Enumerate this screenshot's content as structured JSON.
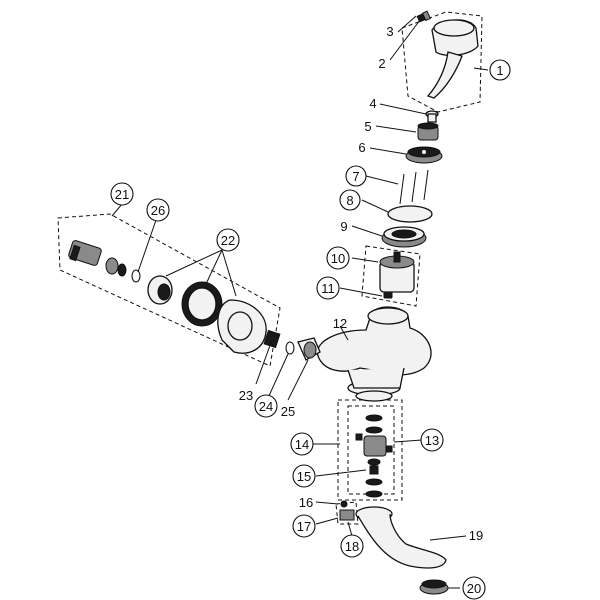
{
  "diagram": {
    "callouts": [
      {
        "id": "c1",
        "text": "1"
      },
      {
        "id": "c2",
        "text": "2"
      },
      {
        "id": "c3",
        "text": "3"
      },
      {
        "id": "c4",
        "text": "4"
      },
      {
        "id": "c5",
        "text": "5"
      },
      {
        "id": "c6",
        "text": "6"
      },
      {
        "id": "c7",
        "text": "7"
      },
      {
        "id": "c8",
        "text": "8"
      },
      {
        "id": "c9",
        "text": "9"
      },
      {
        "id": "c10",
        "text": "10"
      },
      {
        "id": "c11",
        "text": "11"
      },
      {
        "id": "c12",
        "text": "12"
      },
      {
        "id": "c13",
        "text": "13"
      },
      {
        "id": "c14",
        "text": "14"
      },
      {
        "id": "c15",
        "text": "15"
      },
      {
        "id": "c16",
        "text": "16"
      },
      {
        "id": "c17",
        "text": "17"
      },
      {
        "id": "c18",
        "text": "18"
      },
      {
        "id": "c19",
        "text": "19"
      },
      {
        "id": "c20",
        "text": "20"
      },
      {
        "id": "c21",
        "text": "21"
      },
      {
        "id": "c22",
        "text": "22"
      },
      {
        "id": "c23",
        "text": "23"
      },
      {
        "id": "c24",
        "text": "24"
      },
      {
        "id": "c25",
        "text": "25"
      },
      {
        "id": "c26",
        "text": "26"
      }
    ]
  }
}
